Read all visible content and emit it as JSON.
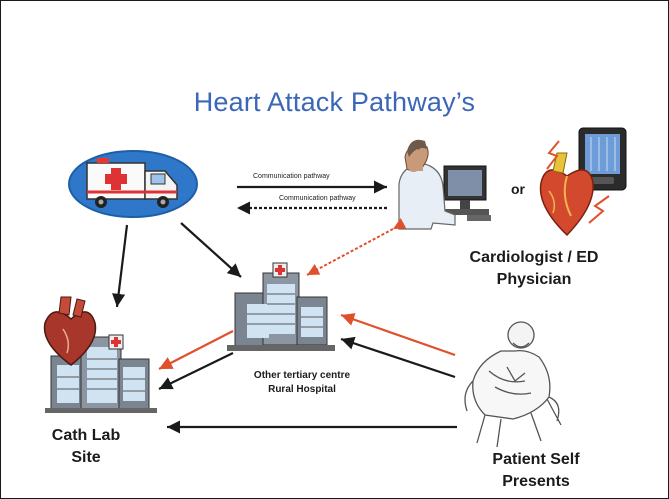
{
  "title": "Heart Attack Pathway’s",
  "nodes": {
    "cardiologist_label_line1": "Cardiologist / ED",
    "cardiologist_label_line2": "Physician",
    "or_text": "or",
    "tertiary_label_line1": "Other tertiary centre",
    "tertiary_label_line2": "Rural Hospital",
    "cathlab_label_line1": "Cath Lab",
    "cathlab_label_line2": "Site",
    "patient_label_line1": "Patient Self",
    "patient_label_line2": "Presents"
  },
  "edges": {
    "comm_forward_label": "Communication pathway",
    "comm_back_label": "Communication pathway"
  },
  "colors": {
    "title": "#3b67b8",
    "arrow_black": "#1a1a1a",
    "arrow_red": "#e0502c",
    "ambulance_oval": "#2f78c9"
  }
}
